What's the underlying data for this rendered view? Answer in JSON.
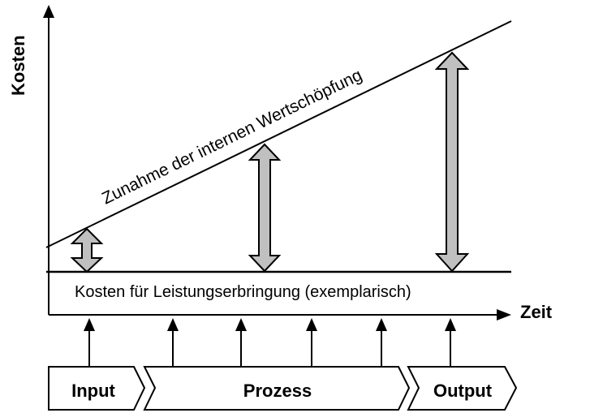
{
  "axes": {
    "y_label": "Kosten",
    "x_label": "Zeit"
  },
  "trend_line_label": "Zunahme der internen Wertschöpfung",
  "baseline_label": "Kosten für Leistungserbringung (exemplarisch)",
  "phases": [
    {
      "label": "Input"
    },
    {
      "label": "Prozess"
    },
    {
      "label": "Output"
    }
  ],
  "colors": {
    "arrow_fill": "#c0c0c0",
    "stroke": "#000000",
    "background": "#ffffff"
  }
}
